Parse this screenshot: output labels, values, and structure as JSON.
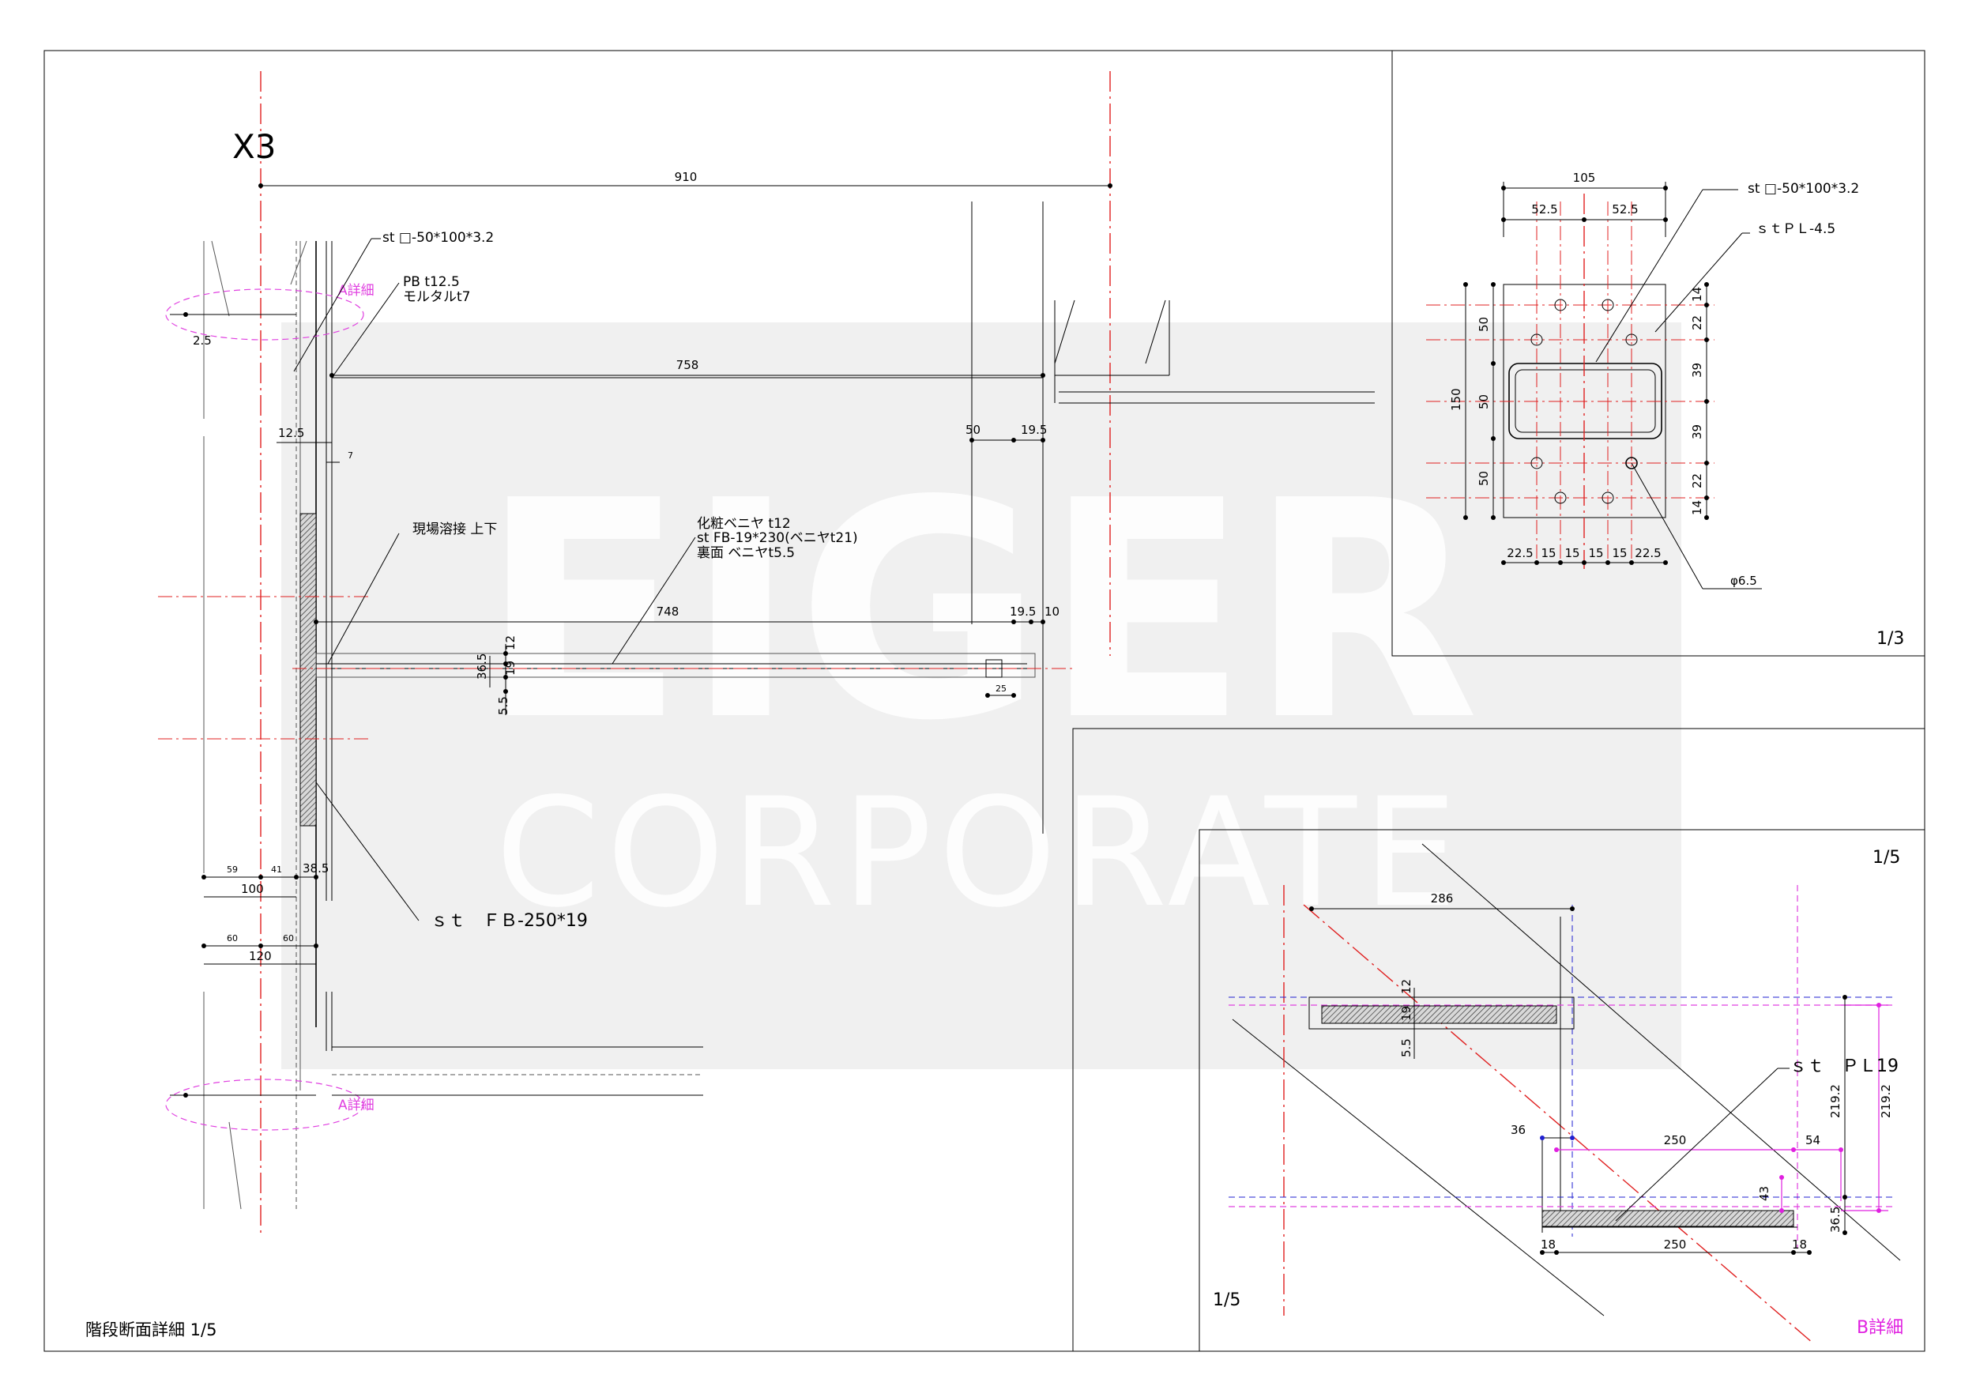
{
  "watermark": {
    "line1": "EIGER",
    "line2": "CORPORATE"
  },
  "section": {
    "grid_label": "X3",
    "dim_910": "910",
    "dim_758": "758",
    "dim_748": "748",
    "dim_2_5": "2.5",
    "dim_12_5": "12.5",
    "dim_7": "7",
    "dim_50": "50",
    "dim_19_5_top": "19.5",
    "dim_19_5": "19.5",
    "dim_10": "10",
    "dim_12": "12",
    "dim_36_5": "36.5",
    "dim_19": "19",
    "dim_5_5": "5.5",
    "dim_25": "25",
    "dim_59": "59",
    "dim_41": "41",
    "dim_38_5": "38.5",
    "dim_100": "100",
    "dim_60a": "60",
    "dim_60b": "60",
    "dim_120": "120",
    "note_st_pipe": "st □-50*100*3.2",
    "note_pb": "PB t12.5",
    "note_mortar": "モルタルt7",
    "note_weld": "現場溶接 上下",
    "note_veneer1": "化粧ベニヤ t12",
    "note_veneer2": "st FB-19*230(ベニヤt21)",
    "note_veneer3": "裏面 ベニヤt5.5",
    "note_fb": "ｓｔ　ＦＢ-250*19",
    "detail_a_top": "A詳細",
    "detail_a_bottom": "A詳細",
    "title": "階段断面詳細 1/5"
  },
  "plate": {
    "scale": "1/3",
    "note_pipe": "st □-50*100*3.2",
    "note_pl": "ｓｔＰＬ-4.5",
    "note_hole": "φ6.5",
    "dim_105": "105",
    "dim_52_5a": "52.5",
    "dim_52_5b": "52.5",
    "dim_150": "150",
    "dim_50a": "50",
    "dim_50b": "50",
    "dim_50c": "50",
    "dim_14a": "14",
    "dim_22a": "22",
    "dim_39a": "39",
    "dim_39b": "39",
    "dim_22b": "22",
    "dim_14b": "14",
    "bottom_dims": [
      "22.5",
      "15",
      "15",
      "15",
      "15",
      "22.5"
    ]
  },
  "detailB": {
    "scale_top": "1/5",
    "scale_bottom": "1/5",
    "title": "B詳細",
    "note_pl": "ｓｔ　ＰＬ19",
    "dim_286": "286",
    "dim_12": "12",
    "dim_19": "19",
    "dim_5_5": "5.5",
    "dim_36": "36",
    "dim_250_top": "250",
    "dim_54": "54",
    "dim_43": "43",
    "dim_219_2": "219.2",
    "dim_219_2_mag": "219.2",
    "dim_36_5": "36.5",
    "dim_18a": "18",
    "dim_250": "250",
    "dim_18b": "18"
  }
}
